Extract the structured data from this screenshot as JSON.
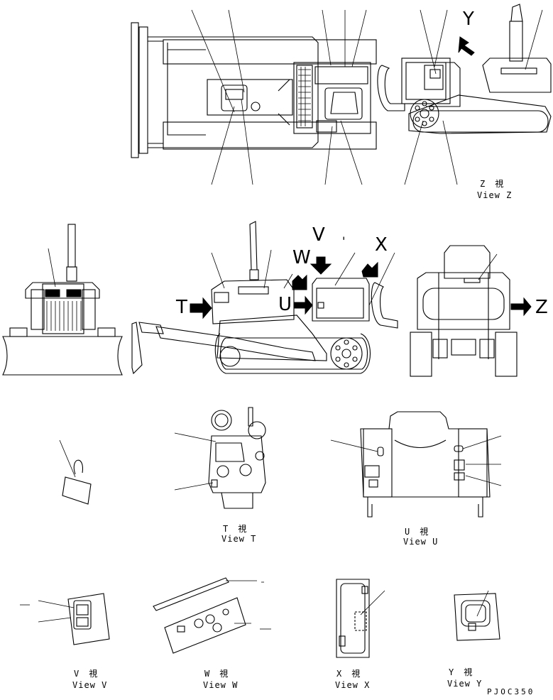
{
  "letters": {
    "y": "Y",
    "v": "V",
    "w": "W",
    "x": "X",
    "t": "T",
    "u": "U",
    "z": "Z",
    "apostrophe": "'"
  },
  "views": {
    "z": {
      "jp": "Z　視",
      "en": "View Z"
    },
    "t": {
      "jp": "T　視",
      "en": "View T"
    },
    "u": {
      "jp": "U　視",
      "en": "View U"
    },
    "v": {
      "jp": "V　視",
      "en": "View V"
    },
    "w": {
      "jp": "W　視",
      "en": "View W"
    },
    "x": {
      "jp": "X　視",
      "en": "View X"
    },
    "y": {
      "jp": "Y　視",
      "en": "View Y"
    }
  },
  "drawing_code": "PJOC350"
}
